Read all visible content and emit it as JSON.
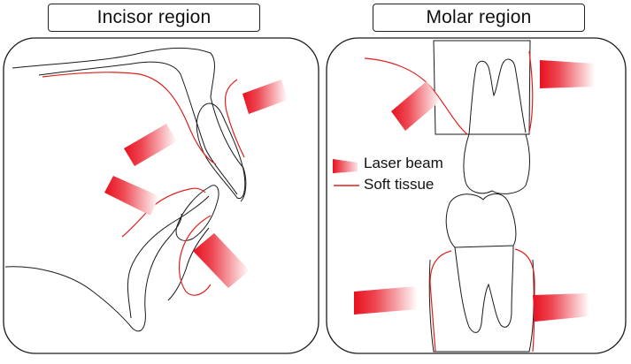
{
  "panels": {
    "incisor": {
      "title": "Incisor region"
    },
    "molar": {
      "title": "Molar region"
    }
  },
  "legend": {
    "laser_beam": "Laser beam",
    "soft_tissue": "Soft tissue"
  },
  "colors": {
    "laser": "#e8101e",
    "soft_tissue": "#e02020",
    "outline": "#1a1a1a",
    "background": "#ffffff"
  }
}
